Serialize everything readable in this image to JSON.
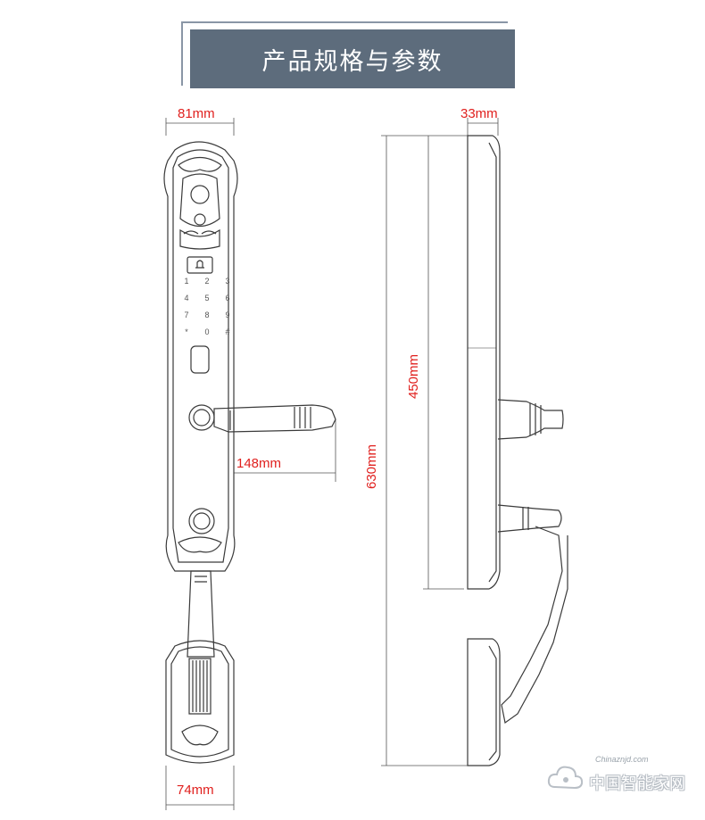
{
  "title": "产品规格与参数",
  "dimensions": {
    "front_width_top": "81mm",
    "side_depth": "33mm",
    "height_inner": "450mm",
    "height_total": "630mm",
    "handle_length": "148mm",
    "front_width_bottom": "74mm"
  },
  "keypad": [
    "1",
    "2",
    "3",
    "4",
    "5",
    "6",
    "7",
    "8",
    "9",
    "*",
    "0",
    "#"
  ],
  "watermark": {
    "site": "Chinaznjd.com",
    "name": "中国智能家网"
  },
  "colors": {
    "title_bg": "#5d6c7c",
    "dimension_text": "#e0201e",
    "drawing_stroke": "#3a3a3a"
  }
}
